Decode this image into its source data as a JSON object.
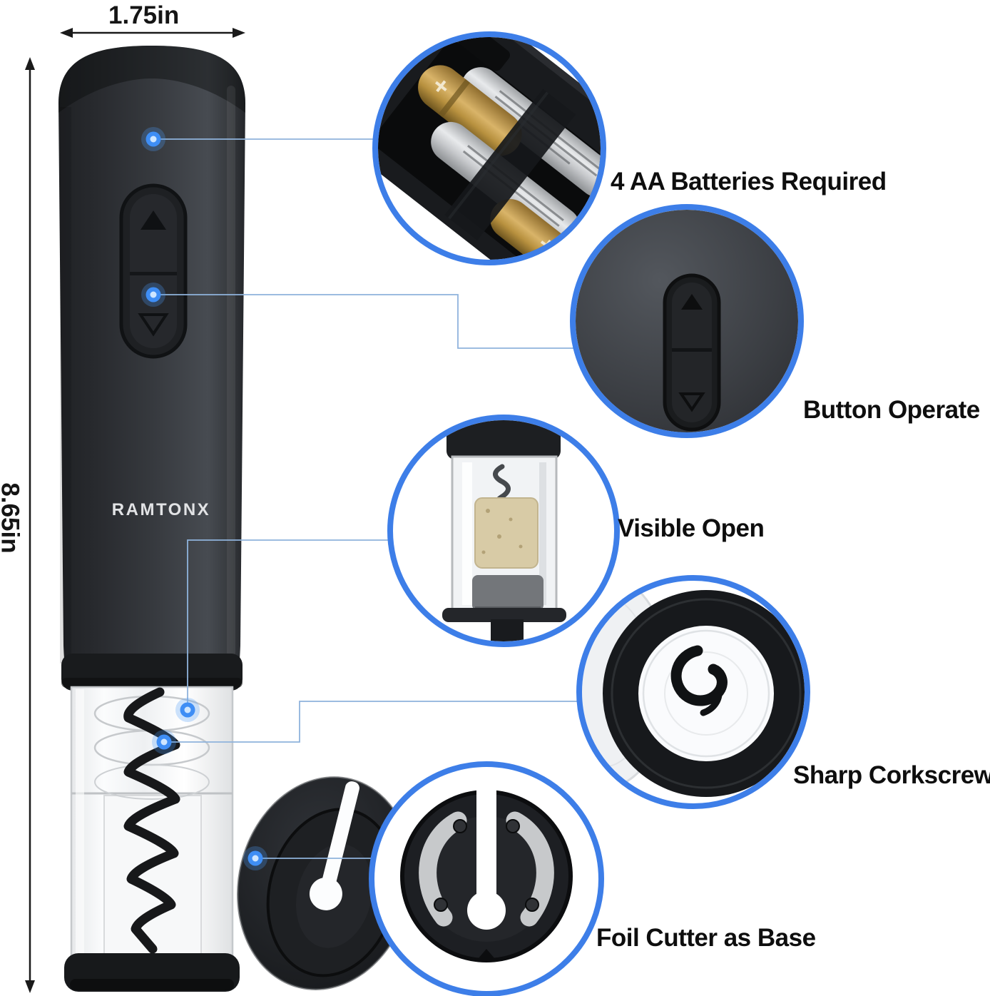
{
  "image": {
    "type": "annotated-product-photo",
    "subject": "electric wine bottle opener",
    "background": "#ffffff"
  },
  "dimensions": {
    "width_label": "1.75in",
    "height_label": "8.65in"
  },
  "brand": "RAMTONX",
  "callouts": [
    {
      "id": "battery",
      "label": "4 AA Batteries Required"
    },
    {
      "id": "button",
      "label": "Button Operate"
    },
    {
      "id": "visible",
      "label": "Visible Open"
    },
    {
      "id": "corkscrew",
      "label": "Sharp Corkscrew"
    },
    {
      "id": "foil",
      "label": "Foil Cutter as Base"
    }
  ],
  "colors": {
    "callout_ring": "#3d7ee8",
    "leader_line": "#8fb3dc",
    "indicator_dot": "#3f8ef5",
    "label_text": "#0e0e0e",
    "device_body": "#34373c",
    "battery_gold": "#d9b469",
    "cork": "#d8cba6"
  }
}
